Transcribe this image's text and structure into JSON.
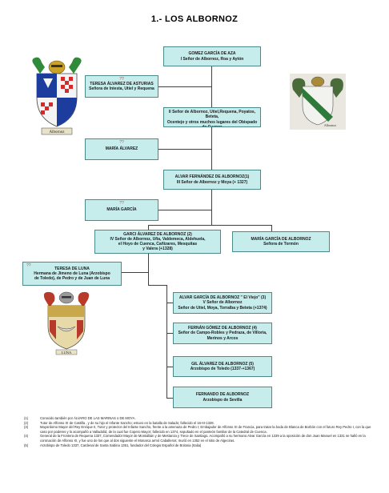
{
  "title": "1.- LOS ALBORNOZ",
  "boxes": {
    "gomez": "GOMEZ GARCÍA DE AZA\nI Señor de Albornoz, Roa y Aytón",
    "teresa_asturias": "TERESA ÁLVAREZ DE ASTURIAS\nSeñora de Iniesta, Utiel y Requena",
    "fernan_gomez": "FERNÁN GÓMEZ DE ALBORNOZ\nII Señor de Albornoz, Utiel,Requena, Poyatos, Beteta,\nOcentejo y otros muchos lugares del Obispado\nde Cuenca",
    "maria_alvarez": "MARÍA ÁLVAREZ",
    "alvar_fernandez": "ALVAR FERNÁNDEZ DE ALBORNOZ(1)\nIII Señor de Albornoz y Moya (+ 1327)",
    "maria_garcia": "MARÍA GARCÍA",
    "garci_alvarez": "GARCI ÁLVAREZ DE ALBORNOZ (2)\nIV Señor de Albornoz, Uña, Valdemeca, Aldehuela,\nel Hoyo de Cuenca, Cañizares, Mesquitas\ny Valera (+1328)",
    "maria_garcia_tormon": "MARÍA GARCÍA DE ALBORNOZ\nSeñora de Tormón",
    "teresa_luna": "TERESA DE LUNA\nHermana de Jimeno de Luna (Arzobispo\nde Toledo), de Pedro y de Juan de Luna",
    "alvar_garcia": "ALVAR GARCÍA DE ALBORNOZ \" El Viejo\" (3)\nV Señor de Albornoz\nSeñor de Utiel, Moya, Torralba y Beteta (+1374)",
    "fernan_gomez2": "FERNÁN GÓMEZ DE ALBORNOZ (4)\nSeñor de Campo-Robles y Pedraza, de Villoria,\nMerinos y Arcos",
    "gil_alvarez": "GIL ÁLVAREZ DE ALBORNOZ (5)\nArzobispo de Toledo (1337-+1367)",
    "fernando": "FERNANDO DE ALBORNOZ\nArzobispo de Sevilla"
  },
  "marriage_mark": "??",
  "shield_labels": {
    "left": "Albornoz",
    "right": "Albornoz",
    "bottom": "LUNA"
  },
  "colors": {
    "box_fill": "#c6ecec",
    "box_border": "#4a8a8a",
    "marriage_mark": "#b05050"
  },
  "notes": [
    {
      "num": "(1)",
      "text": "Conocido también por ÁLVARO DE LAS MARINAS o DE MOYA."
    },
    {
      "num": "(2)",
      "text": "Tutor de Alfonso XI de Castilla , y de su hijo el Infante Sancho; estuvo en la batalla de Salado; fallecido el 16-III-1328."
    },
    {
      "num": "(3)",
      "text": "Mayordomo Mayor del Rey Enrique II, Tutor y protector del Infante Sancho, frente a la amenaza de Pedro I; Embajador de Alfonso XI de Francia, para tratar la boda de Blanca de Borbón con el futuro Rey Pedro I, con la que caso por poderes y lo acompañó a Valladolid, de la cual fue Copero Mayor; fallecido en 1374, sepultado en el panteón familiar de la Catedral de Cuenca."
    },
    {
      "num": "(4)",
      "text": "General de la Frontera de Requena 1337, Comendador Mayor de Montalbán y de Mestanza y Trece de Santiago. Acompañó a su hermano Alvar García en 1339 a la oposición de don Juan Manuel en 1331 se halló en la coronación de Alfonso XI, y fue uno de los que al dos siguiente el Monarca armó Caballeros; murió en 1352 en el sitio de Algeciras."
    },
    {
      "num": "(5)",
      "text": "Arzobispo de Toledo 1337, Cardenal de Santa Sabina 1351, fundador del Colegio Español de Bolonia (Italia)"
    }
  ]
}
